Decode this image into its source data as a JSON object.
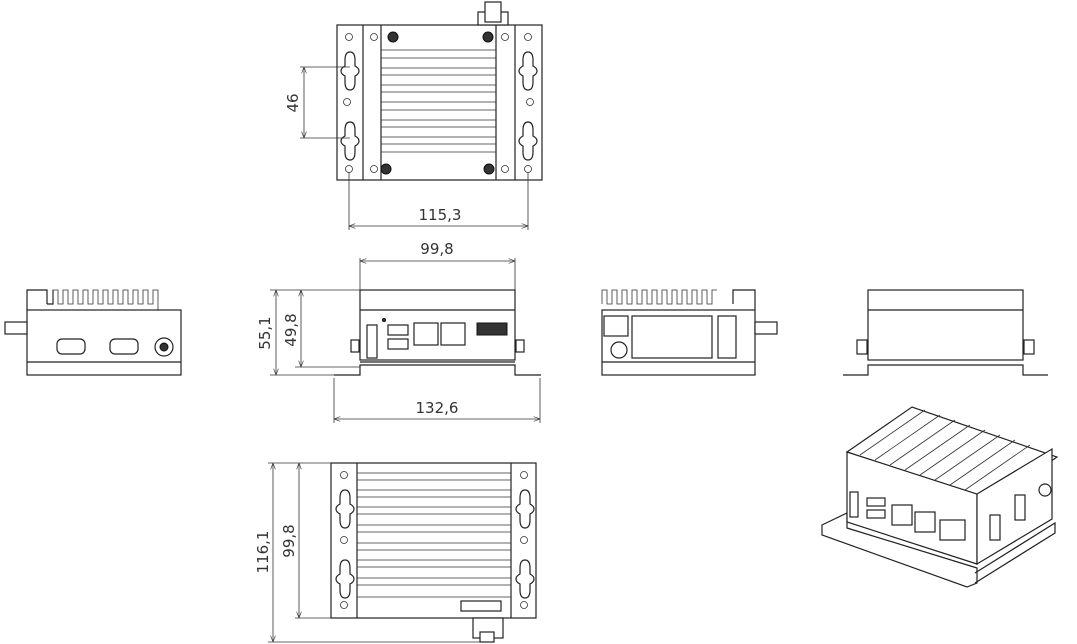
{
  "drawing": {
    "title": "Embedded box PC dimension drawing",
    "views": [
      "top-view",
      "front-view",
      "left-side-view",
      "rear-view",
      "right-side-view",
      "bottom-view",
      "isometric-view"
    ]
  },
  "dimensions": {
    "top_mount_hole_spacing": "46",
    "top_width": "115,3",
    "front_body_width": "99,8",
    "front_total_height": "55,1",
    "front_body_height": "49,8",
    "front_bracket_width": "132,6",
    "bottom_total_depth": "116,1",
    "bottom_body_depth": "99,8"
  },
  "units": "mm"
}
